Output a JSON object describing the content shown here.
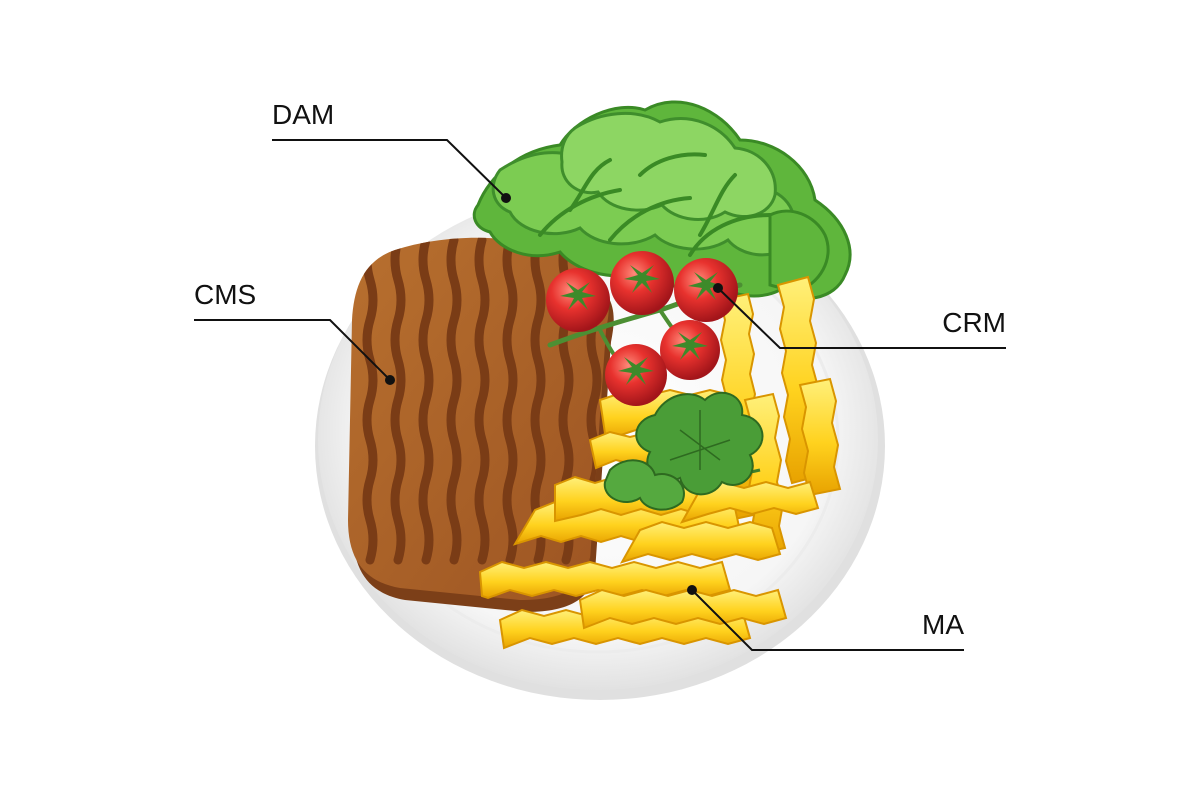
{
  "labels": {
    "dam": "DAM",
    "cms": "CMS",
    "crm": "CRM",
    "ma": "MA"
  },
  "colors": {
    "background": "#ffffff",
    "plate": "#f4f4f4",
    "plate_rim": "#e2e2e2",
    "patty": "#a75f28",
    "patty_stripe": "#7c3f18",
    "lettuce": "#6cbe45",
    "lettuce_dark": "#3f8e2c",
    "tomato": "#d6252a",
    "fries": "#ffd21e",
    "fries_shadow": "#e8a700",
    "parsley": "#4a9d37",
    "ink": "#111111"
  },
  "icons": [
    "plate-icon",
    "patty-icon",
    "lettuce-icon",
    "tomato-icon",
    "fries-icon",
    "parsley-icon"
  ]
}
